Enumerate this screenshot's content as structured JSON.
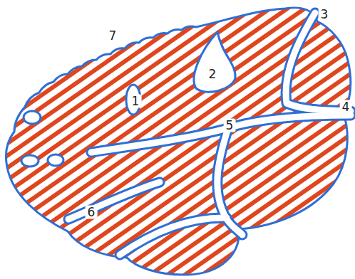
{
  "diagram": {
    "labels": [
      "1",
      "2",
      "3",
      "4",
      "5",
      "6",
      "7"
    ]
  }
}
